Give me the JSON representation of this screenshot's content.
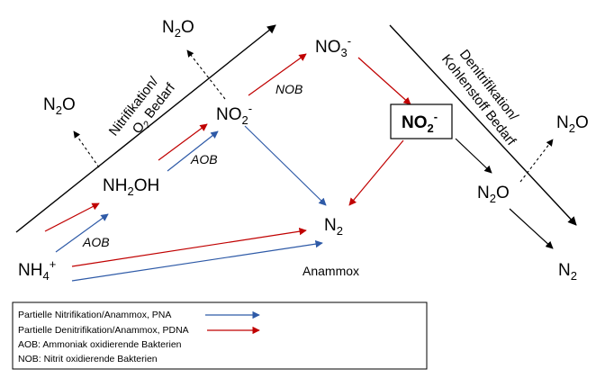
{
  "species": {
    "n2o_top": {
      "base": "N",
      "sub": "2",
      "rest": "O"
    },
    "n2o_left": {
      "base": "N",
      "sub": "2",
      "rest": "O"
    },
    "no3": {
      "base": "NO",
      "sub": "3",
      "sup": "-"
    },
    "no2": {
      "base": "NO",
      "sub": "2",
      "sup": "-"
    },
    "no2_box": {
      "base": "NO",
      "sub": "2",
      "sup": "-"
    },
    "nh2oh": {
      "base": "NH",
      "sub": "2",
      "rest": "OH"
    },
    "n2_center": {
      "base": "N",
      "sub": "2"
    },
    "nh4": {
      "base": "NH",
      "sub": "4",
      "sup": "+"
    },
    "n2o_right_top": {
      "base": "N",
      "sub": "2",
      "rest": "O"
    },
    "n2o_right_mid": {
      "base": "N",
      "sub": "2",
      "rest": "O"
    },
    "n2_right": {
      "base": "N",
      "sub": "2"
    }
  },
  "labels": {
    "nob": "NOB",
    "aob_upper": "AOB",
    "aob_lower": "AOB",
    "anammox": "Anammox"
  },
  "diagonals": {
    "nitrification_line1": "Nitrifikation/",
    "nitrification_line2_pre": "O",
    "nitrification_line2_sub": "2",
    "nitrification_line2_post": " Bedarf",
    "denitrification_line1": "Denitrifikation/",
    "denitrification_line2": "Kohlenstoff Bedarf"
  },
  "legend": {
    "pna": "Partielle Nitrifikation/Anammox, PNA",
    "pdna": "Partielle Denitrifikation/Anammox, PDNA",
    "aob": "AOB: Ammoniak oxidierende Bakterien",
    "nob": "NOB: Nitrit oxidierende Bakterien"
  },
  "colors": {
    "blue": "#2e5aa7",
    "red": "#c00000",
    "black": "#000000"
  }
}
